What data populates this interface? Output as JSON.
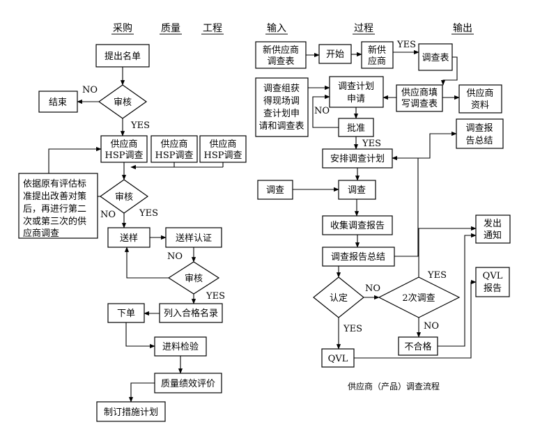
{
  "left": {
    "headers": {
      "purchase": "采购",
      "quality": "质量",
      "engineering": "工程"
    },
    "submit_list": "提出名单",
    "review1": "审核",
    "no1": "NO",
    "end": "结束",
    "yes1": "YES",
    "hsp1": [
      "供应商",
      "HSP调查"
    ],
    "hsp2": [
      "供应商",
      "HSP调查"
    ],
    "hsp3": [
      "供应商",
      "HSP调查"
    ],
    "rework_note": [
      "依据原有评估标",
      "准提出改善对策",
      "后，再进行第二",
      "次或第三次的供",
      "应商调查"
    ],
    "review2": "审核",
    "no2": "NO",
    "yes2": "YES",
    "send_sample": "送样",
    "sample_cert": "送样认证",
    "no3": "NO",
    "review3": "审核",
    "yes3": "YES",
    "place_order": "下单",
    "qualified_list": "列入合格名录",
    "incoming_inspection": "进料检验",
    "quality_eval": "质量绩效评价",
    "action_plan": "制订措施计划"
  },
  "right": {
    "headers": {
      "input": "输入",
      "process": "过程",
      "output": "输出"
    },
    "new_supplier_form": [
      "新供应商",
      "调查表"
    ],
    "start": "开始",
    "new_supplier": [
      "新供",
      "应商"
    ],
    "yes_a": "YES",
    "survey_form": "调查表",
    "team_note": [
      "调查组获",
      "得现场调",
      "查计划申",
      "请和调查表"
    ],
    "plan_request": [
      "调查计划",
      "申请"
    ],
    "supplier_fill": [
      "供应商填",
      "写调查表"
    ],
    "supplier_info": [
      "供应商",
      "资料"
    ],
    "no_a": "NO",
    "approve": "批准",
    "yes_b": "YES",
    "report_summary_out": [
      "调查报",
      "告总结"
    ],
    "schedule": "安排调查计划",
    "survey_input": "调查",
    "survey": "调查",
    "collect_reports": "收集调查报告",
    "report_summary": "调查报告总结",
    "notify": [
      "发出",
      "通知"
    ],
    "yes_c": "YES",
    "no_b": "NO",
    "confirm": "认定",
    "second_survey": "2次调查",
    "qvl_report": [
      "QVL",
      "报告"
    ],
    "yes_d": "YES",
    "no_c": "NO",
    "unqualified": "不合格",
    "qvl": "QVL",
    "caption": "供应商（产品）调查流程"
  }
}
